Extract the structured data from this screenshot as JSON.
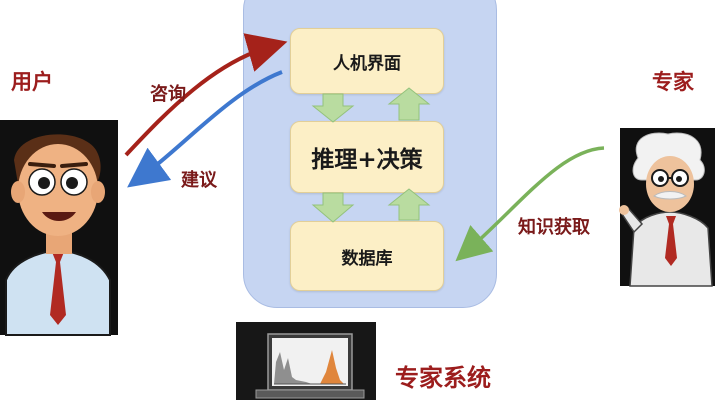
{
  "diagram": {
    "modules": {
      "interface": "人机界面",
      "inference": "推理+决策",
      "database": "数据库"
    },
    "actors": {
      "user": "用户",
      "expert": "专家"
    },
    "flows": {
      "consult": "咨询",
      "advice": "建议",
      "knowledge_acquisition": "知识获取"
    },
    "caption": "专家系统",
    "colors": {
      "consult_arrow": "#a5221a",
      "advice_arrow": "#3e78cf",
      "knowledge_arrow": "#7ab25a",
      "inner_arrows": "#b9dca0",
      "container": "#c6d5f2",
      "module_fill": "#fcefc6",
      "label_red": "#9c1d1d"
    }
  }
}
